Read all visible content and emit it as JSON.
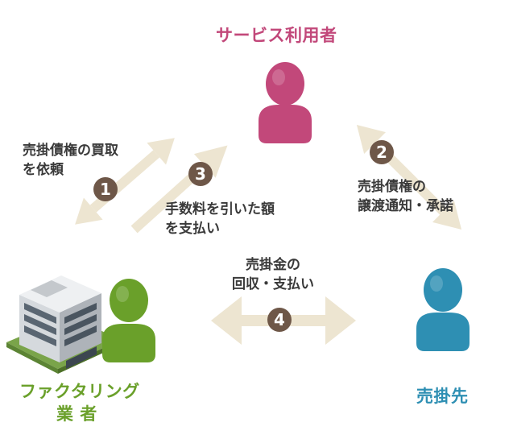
{
  "colors": {
    "arrow": "#ede5d1",
    "badge": "#6e5748",
    "service_user": "#c2487a",
    "factoring": "#6aa02a",
    "customer": "#2e8fb3",
    "text": "#3a3a3a"
  },
  "nodes": {
    "service_user": {
      "label": "サービス利用者",
      "icon": "person-icon"
    },
    "factoring": {
      "line1": "ファクタリング",
      "line2": "業 者",
      "icons": [
        "office-building-icon",
        "person-icon"
      ]
    },
    "customer": {
      "label": "売掛先",
      "icon": "person-icon"
    }
  },
  "steps": [
    {
      "num": "1",
      "line1": "売掛債権の買取",
      "line2": "を依頼"
    },
    {
      "num": "2",
      "line1": "売掛債権の",
      "line2": "譲渡通知・承諾"
    },
    {
      "num": "3",
      "line1": "手数料を引いた額",
      "line2": "を支払い"
    },
    {
      "num": "4",
      "line1": "売掛金の",
      "line2": "回収・支払い"
    }
  ]
}
